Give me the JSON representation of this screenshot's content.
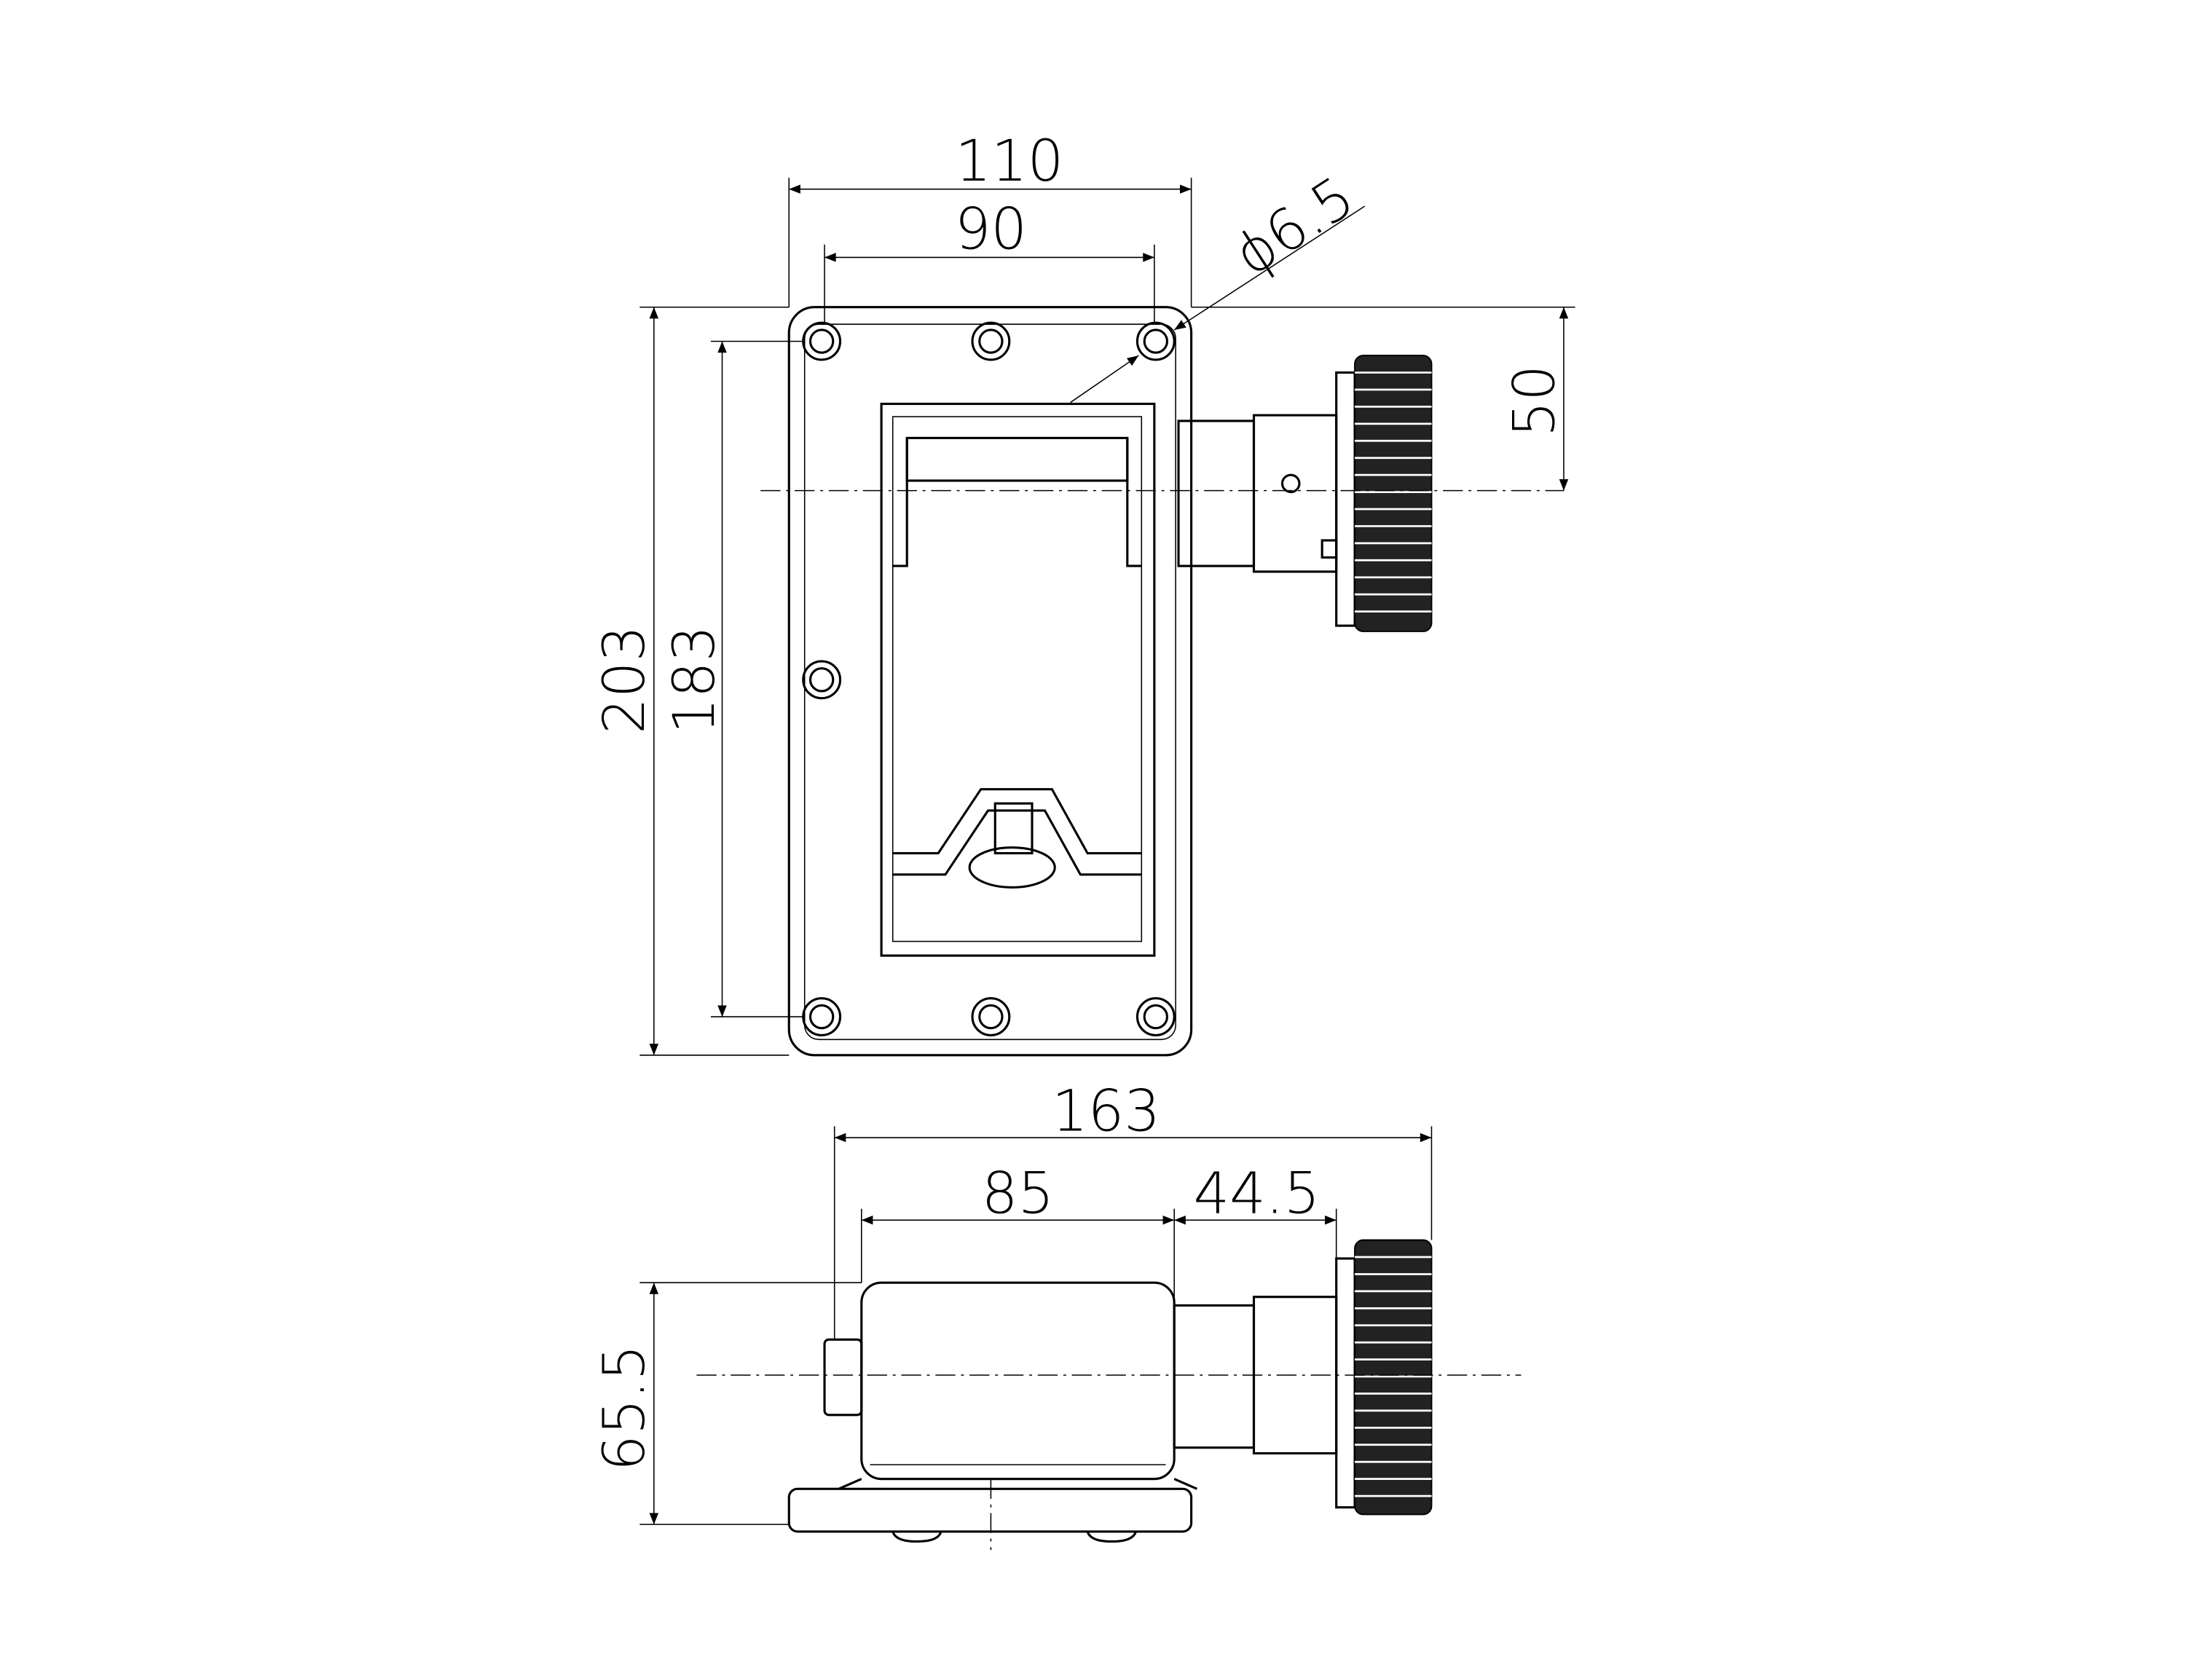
{
  "drawing": {
    "top_view": {
      "dimensions": {
        "overall_width": "110",
        "hole_spacing_width": "90",
        "hole_diameter": "ϕ6.5",
        "connector_offset": "50",
        "overall_height": "203",
        "hole_spacing_height": "183"
      }
    },
    "side_view": {
      "dimensions": {
        "overall_length": "163",
        "body_length": "85",
        "connector_length": "44.5",
        "height": "65.5"
      }
    }
  }
}
